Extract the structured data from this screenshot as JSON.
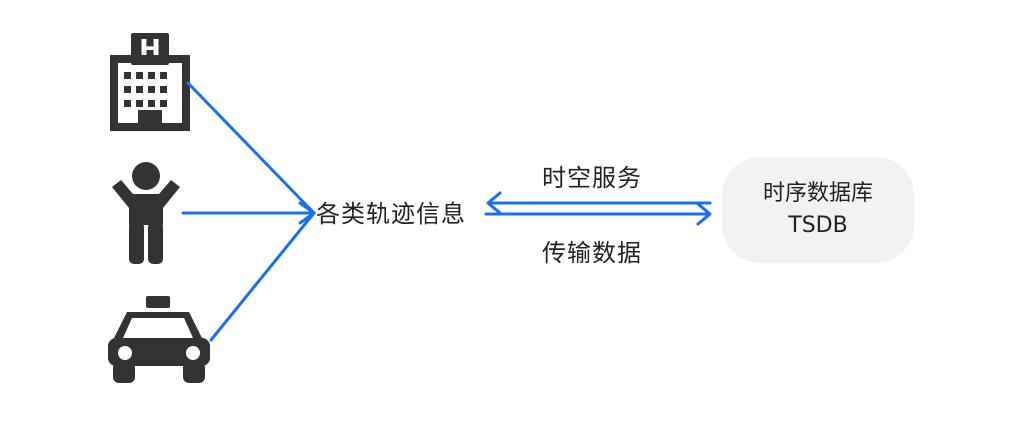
{
  "center": {
    "label": "各类轨迹信息"
  },
  "link": {
    "top_label": "时空服务",
    "bottom_label": "传输数据",
    "color": "#1a6ff0"
  },
  "database": {
    "line1": "时序数据库",
    "line2": "TSDB",
    "fill": "#f2f2f2"
  },
  "sources": [
    {
      "icon": "hospital-icon",
      "glyph": "H"
    },
    {
      "icon": "person-icon"
    },
    {
      "icon": "taxi-icon"
    }
  ]
}
